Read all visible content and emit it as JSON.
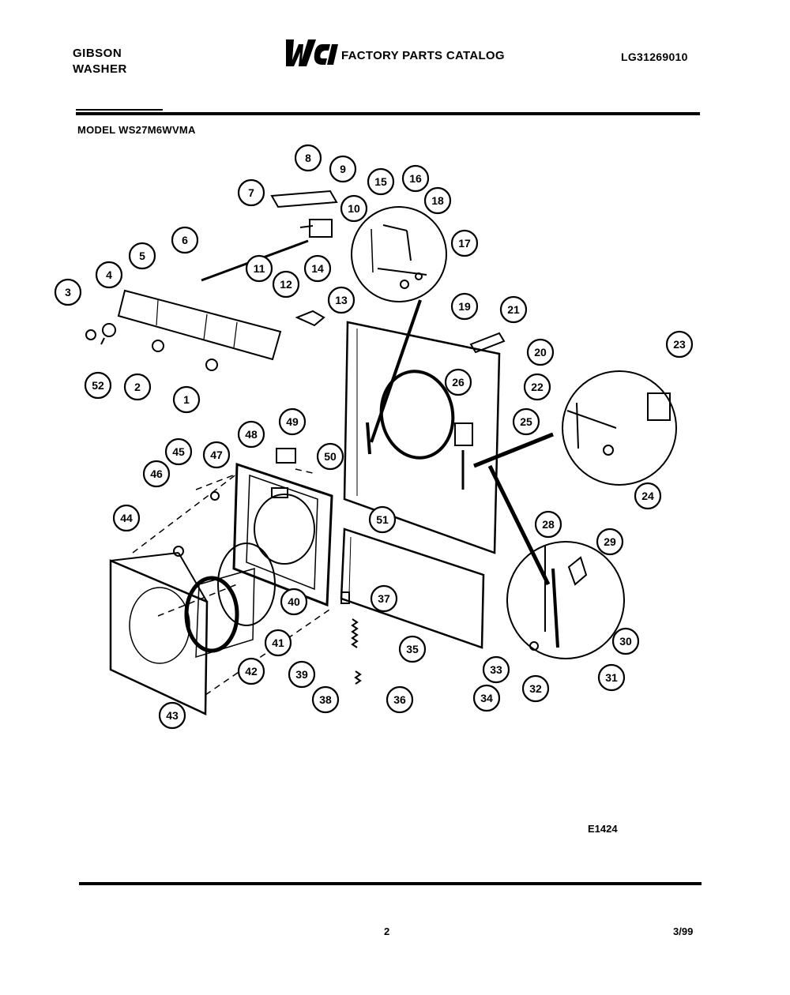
{
  "header": {
    "brand_line1": "GIBSON",
    "brand_line2": "WASHER",
    "logo_text": "WCI",
    "catalog_title": "FACTORY PARTS CATALOG",
    "catalog_code": "LG31269010",
    "model": "MODEL WS27M6WVMA"
  },
  "diagram": {
    "part_numbers": [
      "1",
      "2",
      "3",
      "4",
      "5",
      "6",
      "7",
      "8",
      "9",
      "10",
      "11",
      "12",
      "13",
      "14",
      "15",
      "16",
      "17",
      "18",
      "19",
      "20",
      "21",
      "22",
      "23",
      "24",
      "25",
      "26",
      "28",
      "29",
      "30",
      "31",
      "32",
      "33",
      "34",
      "35",
      "36",
      "37",
      "38",
      "39",
      "40",
      "41",
      "42",
      "43",
      "44",
      "45",
      "46",
      "47",
      "48",
      "49",
      "50",
      "51",
      "52"
    ],
    "reference_code": "E1424"
  },
  "footer": {
    "page_number": "2",
    "date": "3/99"
  }
}
